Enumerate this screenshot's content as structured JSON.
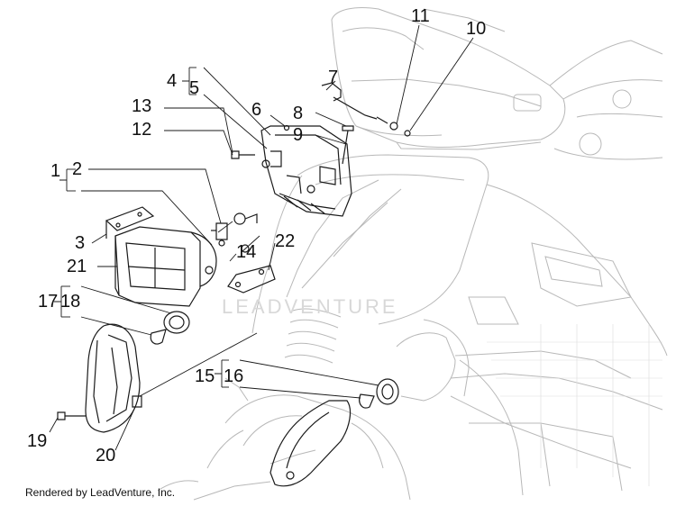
{
  "callouts": {
    "n1": "1",
    "n2": "2",
    "n3": "3",
    "n4": "4",
    "n5": "5",
    "n6": "6",
    "n7": "7",
    "n8": "8",
    "n9": "9",
    "n10": "10",
    "n11": "11",
    "n12": "12",
    "n13": "13",
    "n14": "14",
    "n15": "15",
    "n16": "16",
    "n17": "17",
    "n18": "18",
    "n19": "19",
    "n20": "20",
    "n21": "21",
    "n22": "22"
  },
  "watermark": "LEADVENTURE",
  "footer": "Rendered by LeadVenture, Inc."
}
